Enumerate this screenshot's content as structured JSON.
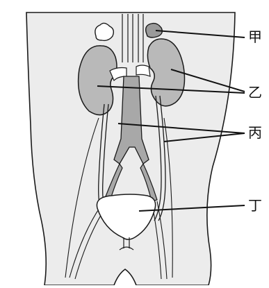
{
  "labels": {
    "jia": "甲",
    "yi": "乙",
    "bing": "丙",
    "ding": "丁"
  },
  "structures": {
    "adrenal_gland": "adrenal-gland",
    "kidney": "kidney",
    "ureter": "ureter",
    "bladder": "bladder"
  },
  "colors": {
    "torso_fill": "#ececec",
    "organ_fill": "#b9b9b9",
    "adrenal_fill": "#9a9a9a",
    "vessel_fill": "#a8a8a8",
    "outline": "#1a1a1a",
    "background": "#ffffff"
  }
}
